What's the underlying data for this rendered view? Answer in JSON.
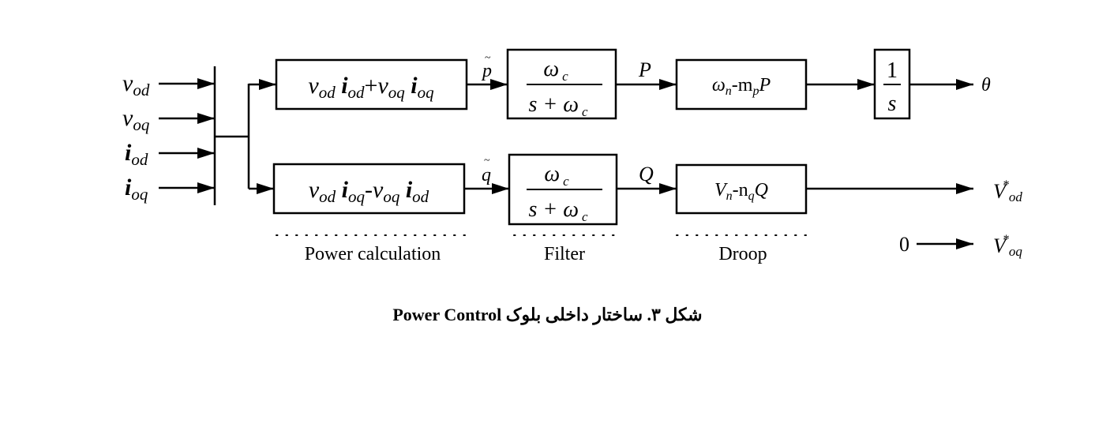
{
  "inputs": [
    {
      "main": "v",
      "sub": "od"
    },
    {
      "main": "v",
      "sub": "oq"
    },
    {
      "main": "i",
      "sub": "od"
    },
    {
      "main": "i",
      "sub": "oq"
    }
  ],
  "blocks": {
    "power_p": "v_od i_od + v_oq i_oq",
    "power_q": "v_od i_oq - v_oq i_od",
    "filter_num": "ω",
    "filter_num_sub": "c",
    "filter_den_s": "s + ω",
    "filter_den_sub": "c",
    "droop_p": {
      "a": "ω",
      "a_sub": "n",
      "b": "-m",
      "b_sub": "p",
      "c": "P"
    },
    "droop_q": {
      "a": "V",
      "a_sub": "n",
      "b": "-n",
      "b_sub": "q",
      "c": "Q"
    },
    "integrator_num": "1",
    "integrator_den": "s"
  },
  "signals": {
    "p_tilde": "p",
    "q_tilde": "q",
    "tilde": "~",
    "P": "P",
    "Q": "Q",
    "theta": "θ",
    "vod_ref": {
      "main": "V",
      "sup": "*",
      "sub": "od"
    },
    "voq_ref": {
      "main": "V",
      "sup": "*",
      "sub": "oq"
    },
    "zero": "0"
  },
  "group_labels": {
    "power_calculation": "Power calculation",
    "filter": "Filter",
    "droop": "Droop"
  },
  "caption": "شکل ۳. ساختار داخلی بلوک Power Control"
}
